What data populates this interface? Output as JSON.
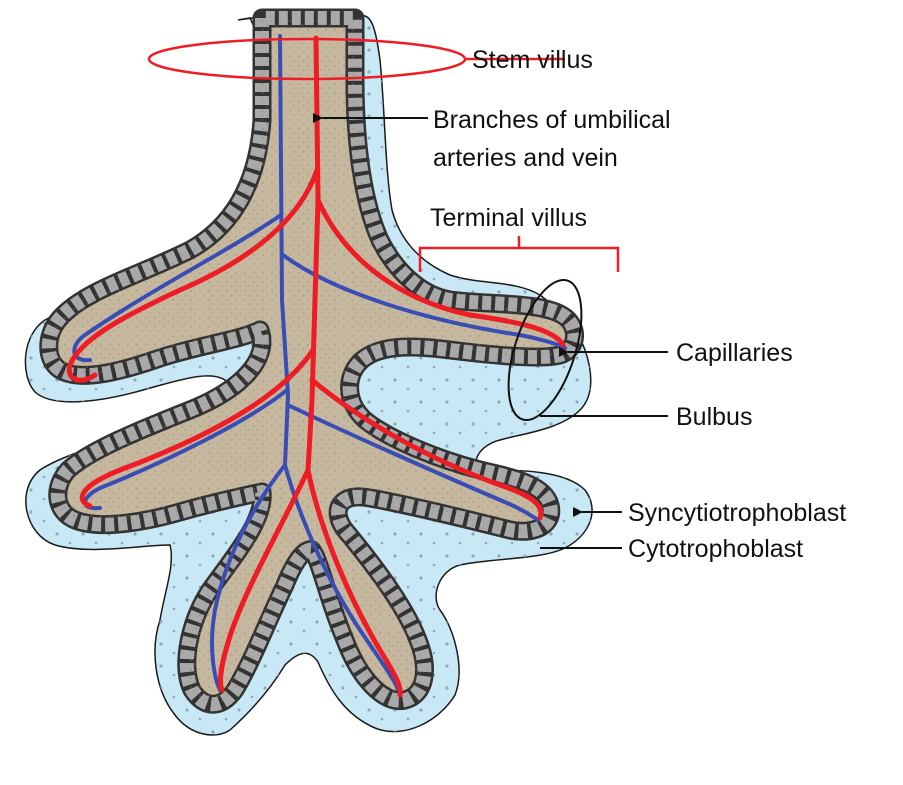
{
  "labels": {
    "stem_villus": "Stem villus",
    "branches_line1": "Branches of umbilical",
    "branches_line2": "arteries and vein",
    "terminal_villus": "Terminal villus",
    "capillaries": "Capillaries",
    "bulbus": "Bulbus",
    "syncytiotrophoblast": "Syncytiotrophoblast",
    "cytotrophoblast": "Cytotrophoblast"
  },
  "colors": {
    "syncytio": "#c9e8f5",
    "stroma": "#c6b79f",
    "cell_fill": "#a9a9a9",
    "cell_ring": "#333333",
    "artery": "#ee1c24",
    "vein": "#3a4db5",
    "outline": "#1a1a1a"
  }
}
